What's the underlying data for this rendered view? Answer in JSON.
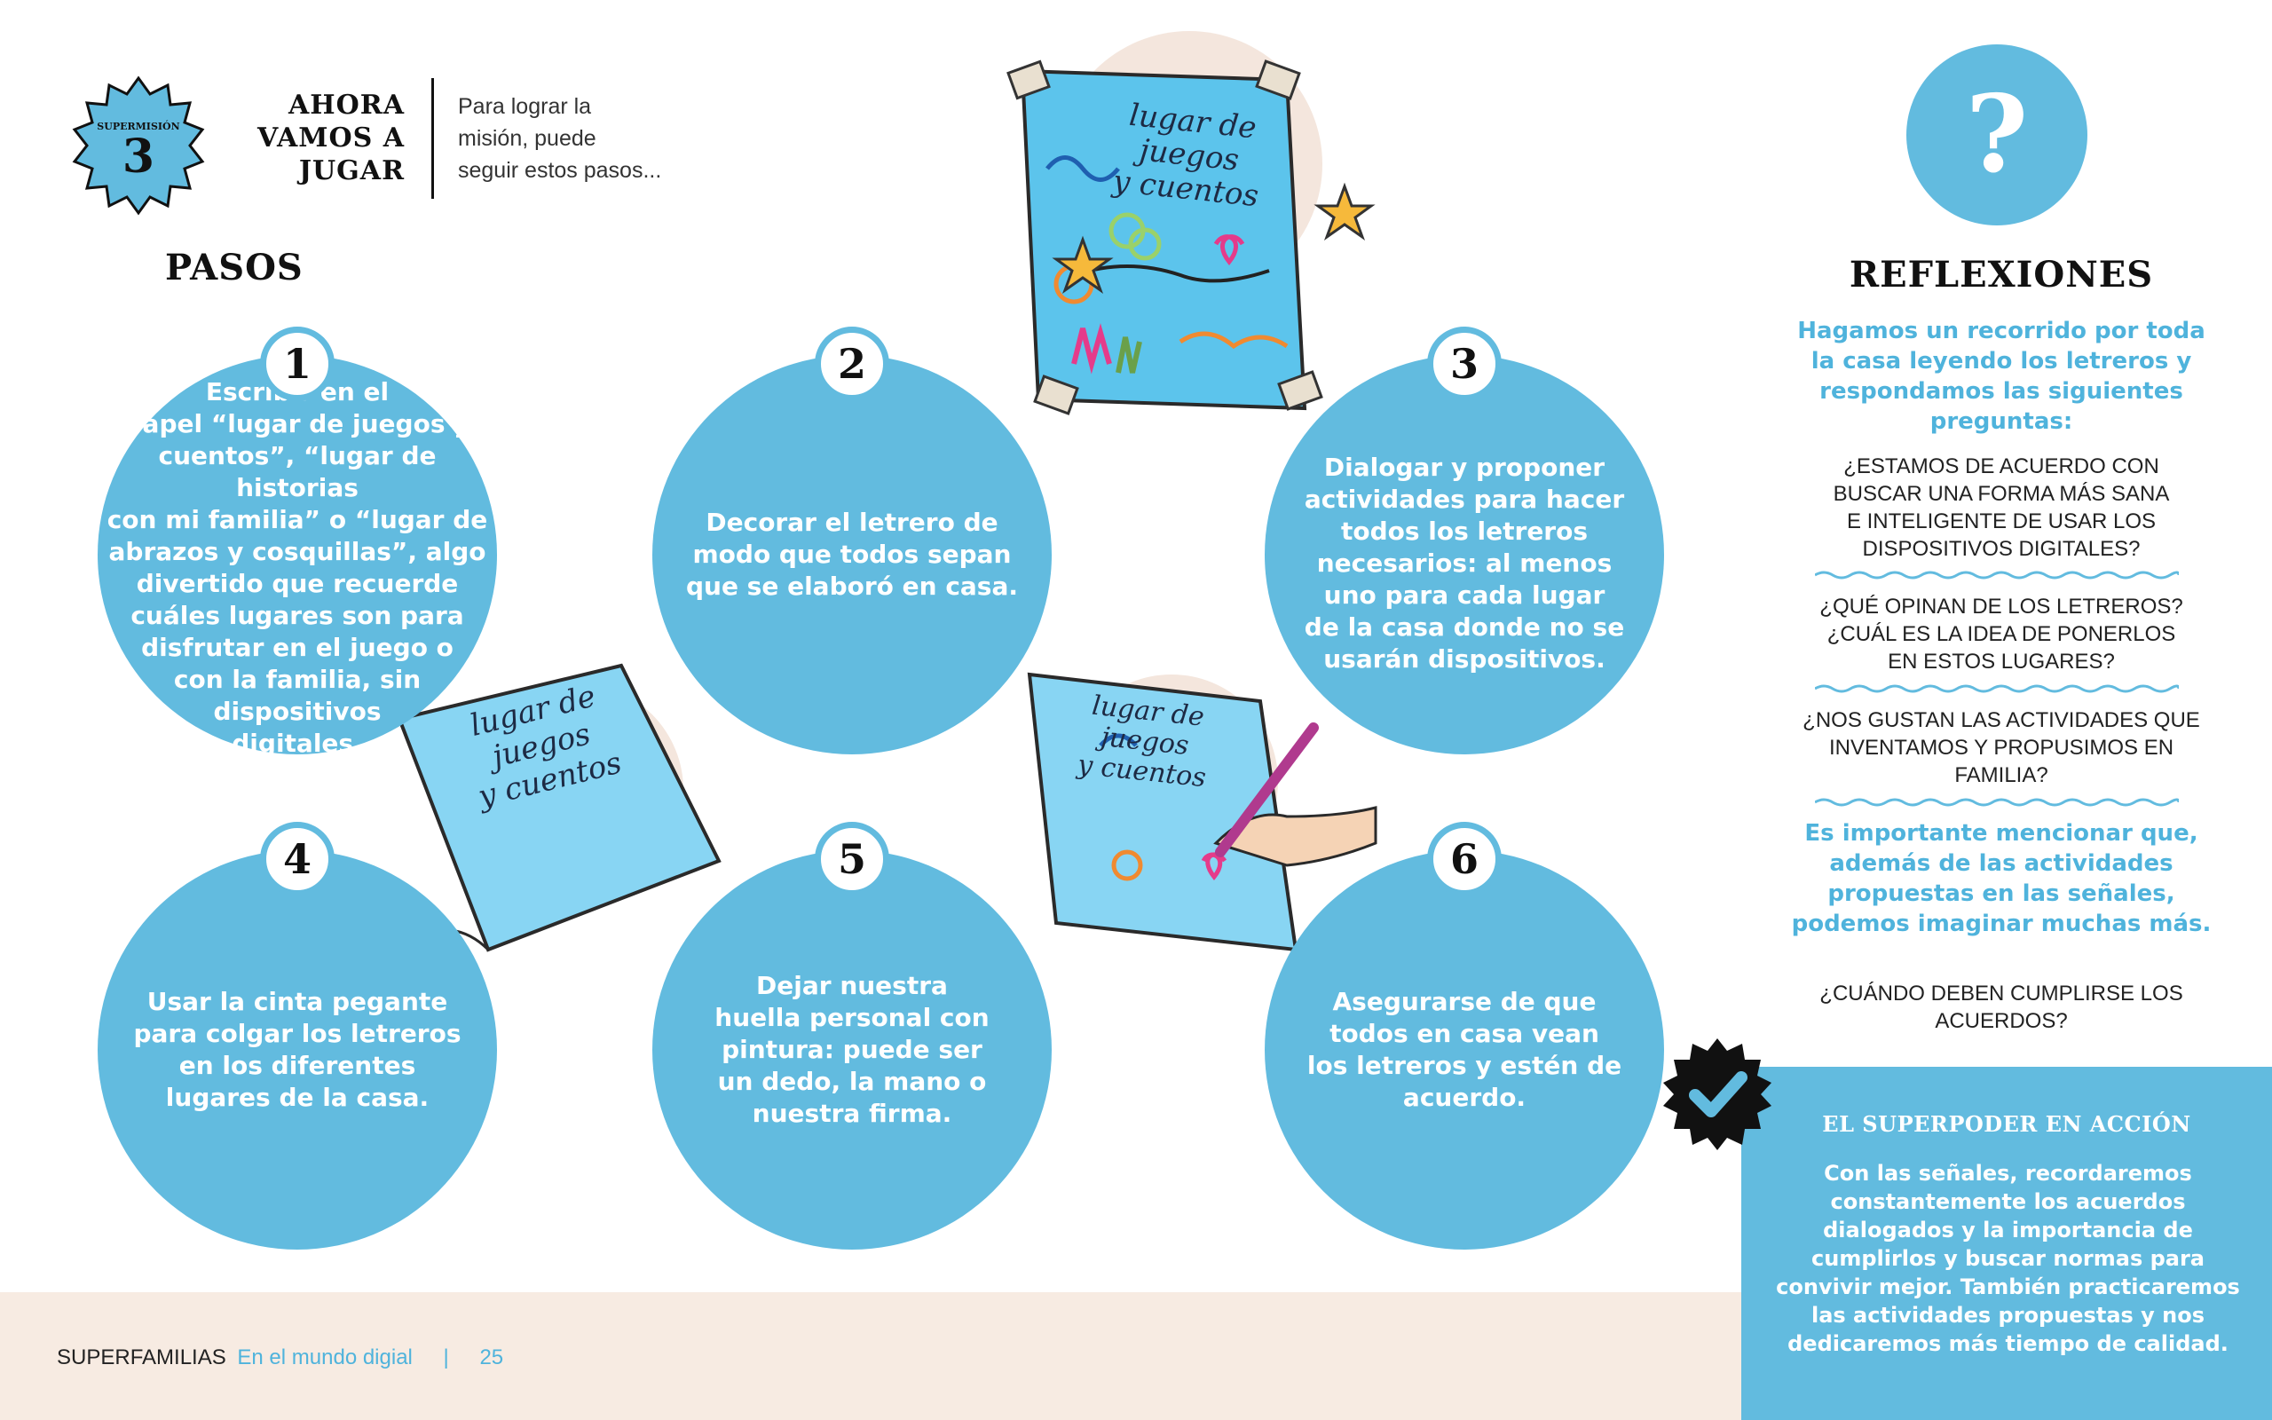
{
  "badge": {
    "label": "SUPERMISIÓN",
    "number": "3"
  },
  "header": {
    "title_lines": [
      "AHORA",
      "VAMOS A",
      "JUGAR"
    ],
    "intro_lines": [
      "Para lograr la",
      "misión, puede",
      "seguir estos pasos..."
    ]
  },
  "steps_title": "PASOS",
  "steps": [
    {
      "number": "1",
      "lines": [
        "Escribir en el",
        "papel “lugar de juegos y",
        "cuentos”, “lugar de historias",
        "con mi familia” o “lugar de",
        "abrazos y cosquillas”, algo",
        "divertido que recuerde",
        "cuáles lugares son para",
        "disfrutar en el juego o",
        "con la familia, sin",
        "dispositivos",
        "digitales."
      ]
    },
    {
      "number": "2",
      "lines": [
        "Decorar el letrero de",
        "modo que todos sepan",
        "que se elaboró en casa."
      ]
    },
    {
      "number": "3",
      "lines": [
        "Dialogar y proponer",
        "actividades para hacer",
        "todos los letreros",
        "necesarios: al menos",
        "uno para cada lugar",
        "de la casa donde no se",
        "usarán dispositivos."
      ]
    },
    {
      "number": "4",
      "lines": [
        "Usar la cinta pegante",
        "para colgar los letreros",
        "en los diferentes",
        "lugares de la casa."
      ]
    },
    {
      "number": "5",
      "lines": [
        "Dejar nuestra",
        "huella personal con",
        "pintura: puede ser",
        "un dedo, la mano o",
        "nuestra firma."
      ]
    },
    {
      "number": "6",
      "lines": [
        "Asegurarse de que",
        "todos en casa vean",
        "los letreros y estén de",
        "acuerdo."
      ]
    }
  ],
  "sign_text": {
    "line1": "lugar de",
    "line2": "juegos",
    "line3": "y cuentos"
  },
  "reflexiones": {
    "icon": "question-mark-icon",
    "symbol": "?",
    "title": "REFLEXIONES",
    "intro_lines": [
      "Hagamos un recorrido por toda",
      "la casa leyendo los letreros y",
      "respondamos las siguientes",
      "preguntas:"
    ],
    "q1_lines": [
      "¿ESTAMOS DE ACUERDO CON",
      "BUSCAR UNA FORMA MÁS SANA",
      "E INTELIGENTE DE USAR LOS",
      "DISPOSITIVOS DIGITALES?"
    ],
    "q2_lines": [
      "¿QUÉ OPINAN DE LOS LETREROS?",
      "¿CUÁL ES LA IDEA DE PONERLOS",
      "EN ESTOS LUGARES?"
    ],
    "q3_lines": [
      "¿NOS GUSTAN LAS ACTIVIDADES QUE",
      "INVENTAMOS Y PROPUSIMOS EN",
      "FAMILIA?"
    ],
    "note_lines": [
      "Es importante mencionar que,",
      "además de las actividades",
      "propuestas en las señales,",
      "podemos imaginar muchas más."
    ],
    "q4_lines": [
      "¿CUÁNDO DEBEN CUMPLIRSE LOS",
      "ACUERDOS?"
    ]
  },
  "superpoder": {
    "title": "EL SUPERPODER EN ACCIÓN",
    "lines": [
      "Con las señales, recordaremos",
      "constantemente los acuerdos",
      "dialogados y la importancia de",
      "cumplirlos y buscar normas para",
      "convivir mejor. También practicaremos",
      "las actividades propuestas y nos",
      "dedicaremos más tiempo de calidad."
    ]
  },
  "footer": {
    "brand": "SUPERFAMILIAS",
    "subtitle": "En el mundo digial",
    "separator": "|",
    "page": "25"
  },
  "colors": {
    "accent": "#62bbdf",
    "footer_bg": "#f7ebe2",
    "text": "#111111"
  }
}
